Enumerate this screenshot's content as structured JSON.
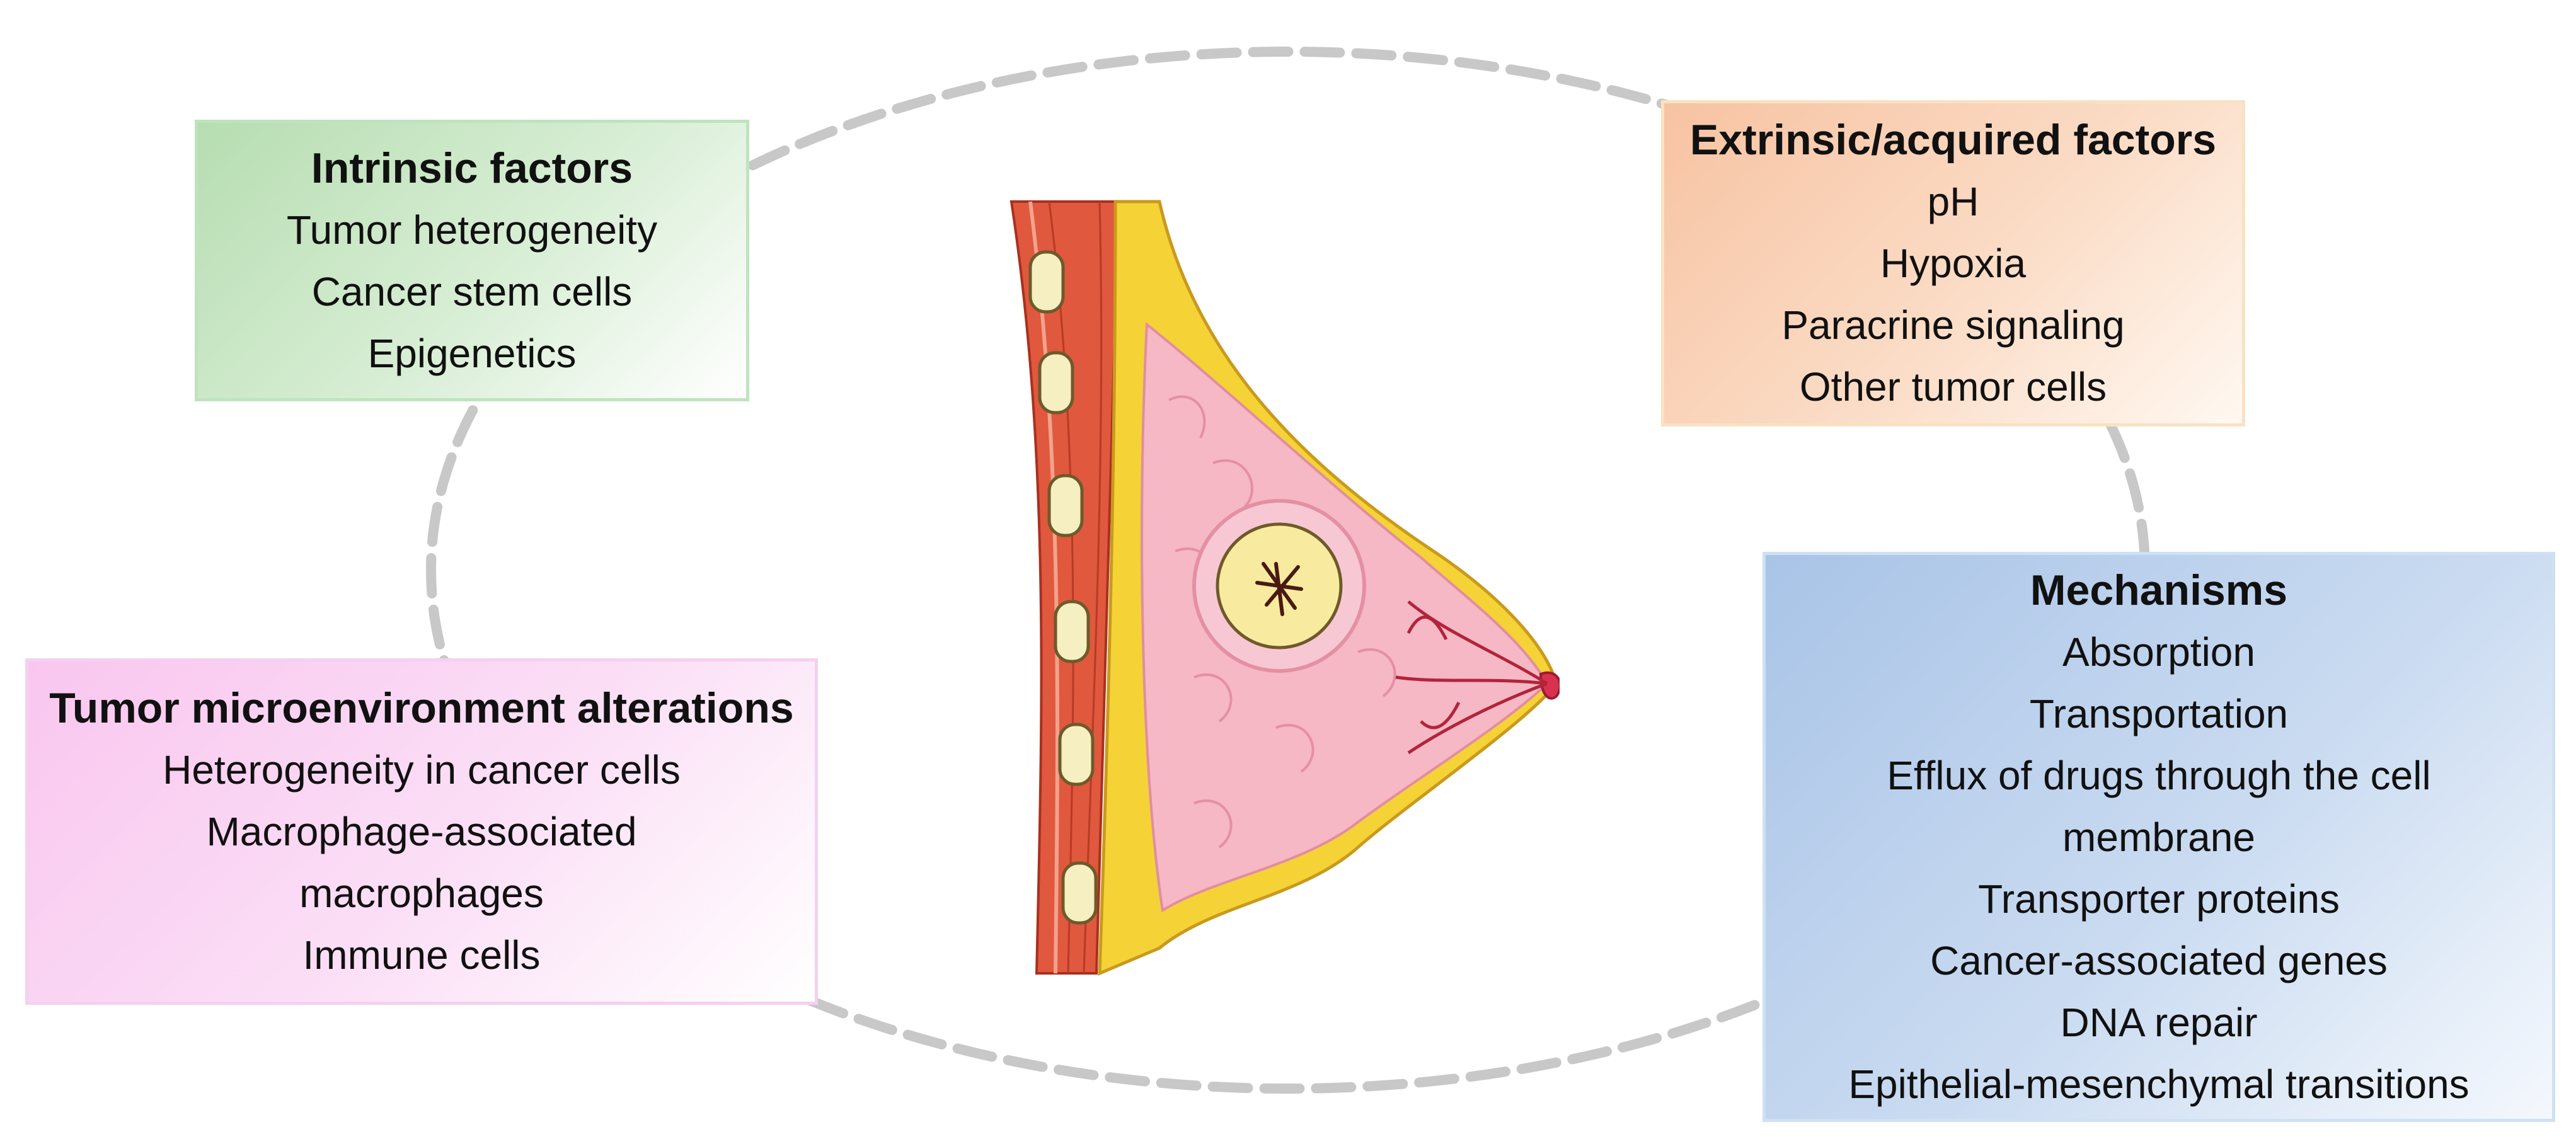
{
  "colors": {
    "ellipse_dash": "#c8c8c8",
    "intrinsic_fill": "#b6ddb1",
    "extrinsic_fill": "#f7c3a2",
    "tumor_fill": "#f9c6ef",
    "mechanisms_fill": "#a9c4e7",
    "muscle": "#e0583d",
    "fat": "#f5d236",
    "gland": "#f5b8c4",
    "tumor_core": "#f8eba0"
  },
  "intrinsic": {
    "title": "Intrinsic factors",
    "items": [
      "Tumor heterogeneity",
      "Cancer stem cells",
      "Epigenetics"
    ]
  },
  "extrinsic": {
    "title": "Extrinsic/acquired factors",
    "items": [
      "pH",
      "Hypoxia",
      "Paracrine signaling",
      "Other tumor cells"
    ]
  },
  "tumor_microenvironment": {
    "title": "Tumor microenvironment alterations",
    "items": [
      "Heterogeneity in cancer cells",
      "Macrophage-associated",
      "macrophages",
      "Immune cells"
    ]
  },
  "mechanisms": {
    "title": "Mechanisms",
    "items": [
      "Absorption",
      "Transportation",
      "Efflux of drugs through the cell",
      "membrane",
      "Transporter proteins",
      "Cancer-associated genes",
      "DNA repair",
      "Epithelial-mesenchymal transitions"
    ]
  },
  "illustration": {
    "subject": "breast-cross-section-with-tumor"
  }
}
